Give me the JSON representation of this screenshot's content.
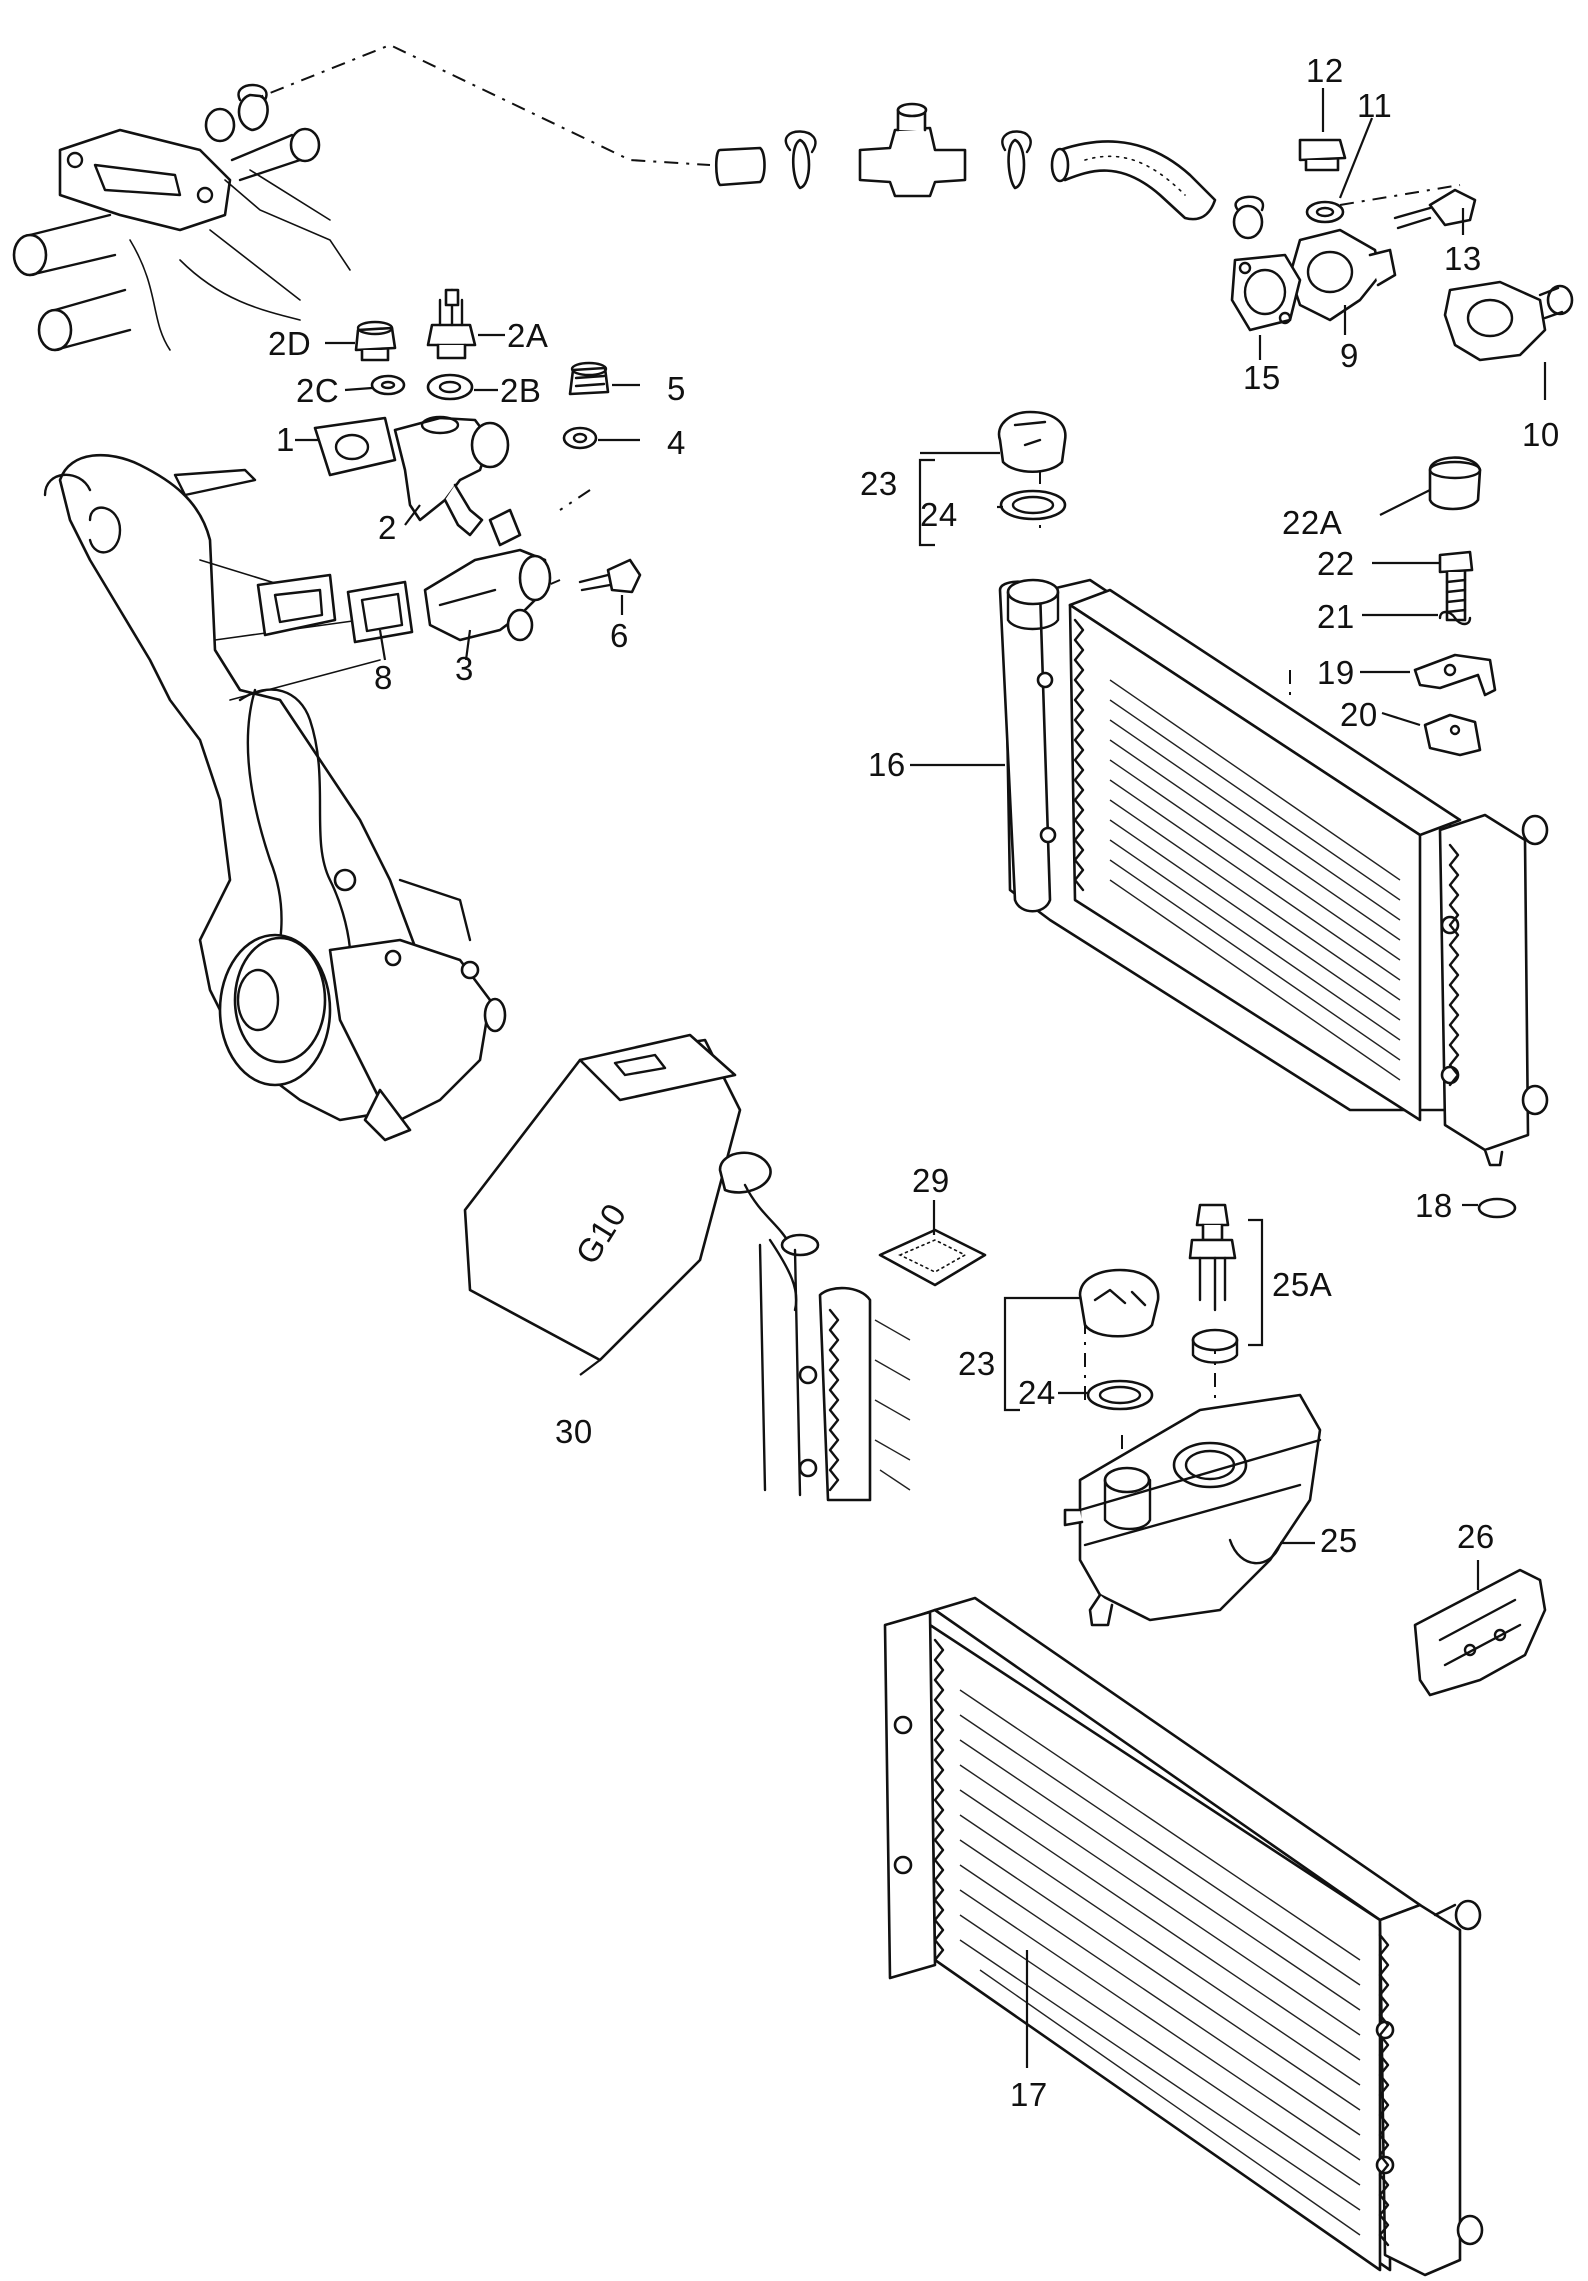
{
  "diagram": {
    "parts": [
      {
        "id": "1",
        "label": "1"
      },
      {
        "id": "2",
        "label": "2"
      },
      {
        "id": "2A",
        "label": "2A"
      },
      {
        "id": "2B",
        "label": "2B"
      },
      {
        "id": "2C",
        "label": "2C"
      },
      {
        "id": "2D",
        "label": "2D"
      },
      {
        "id": "3",
        "label": "3"
      },
      {
        "id": "4",
        "label": "4"
      },
      {
        "id": "5",
        "label": "5"
      },
      {
        "id": "6",
        "label": "6"
      },
      {
        "id": "8",
        "label": "8"
      },
      {
        "id": "9",
        "label": "9"
      },
      {
        "id": "10",
        "label": "10"
      },
      {
        "id": "11",
        "label": "11"
      },
      {
        "id": "12",
        "label": "12"
      },
      {
        "id": "13",
        "label": "13"
      },
      {
        "id": "15",
        "label": "15"
      },
      {
        "id": "16",
        "label": "16"
      },
      {
        "id": "17",
        "label": "17"
      },
      {
        "id": "18",
        "label": "18"
      },
      {
        "id": "19",
        "label": "19"
      },
      {
        "id": "20",
        "label": "20"
      },
      {
        "id": "21",
        "label": "21"
      },
      {
        "id": "22",
        "label": "22"
      },
      {
        "id": "22A",
        "label": "22A"
      },
      {
        "id": "23a",
        "label": "23"
      },
      {
        "id": "24a",
        "label": "24"
      },
      {
        "id": "23b",
        "label": "23"
      },
      {
        "id": "24b",
        "label": "24"
      },
      {
        "id": "25",
        "label": "25"
      },
      {
        "id": "25A",
        "label": "25A"
      },
      {
        "id": "26",
        "label": "26"
      },
      {
        "id": "29",
        "label": "29"
      },
      {
        "id": "30",
        "label": "30"
      }
    ],
    "canister_marking": "G10"
  }
}
